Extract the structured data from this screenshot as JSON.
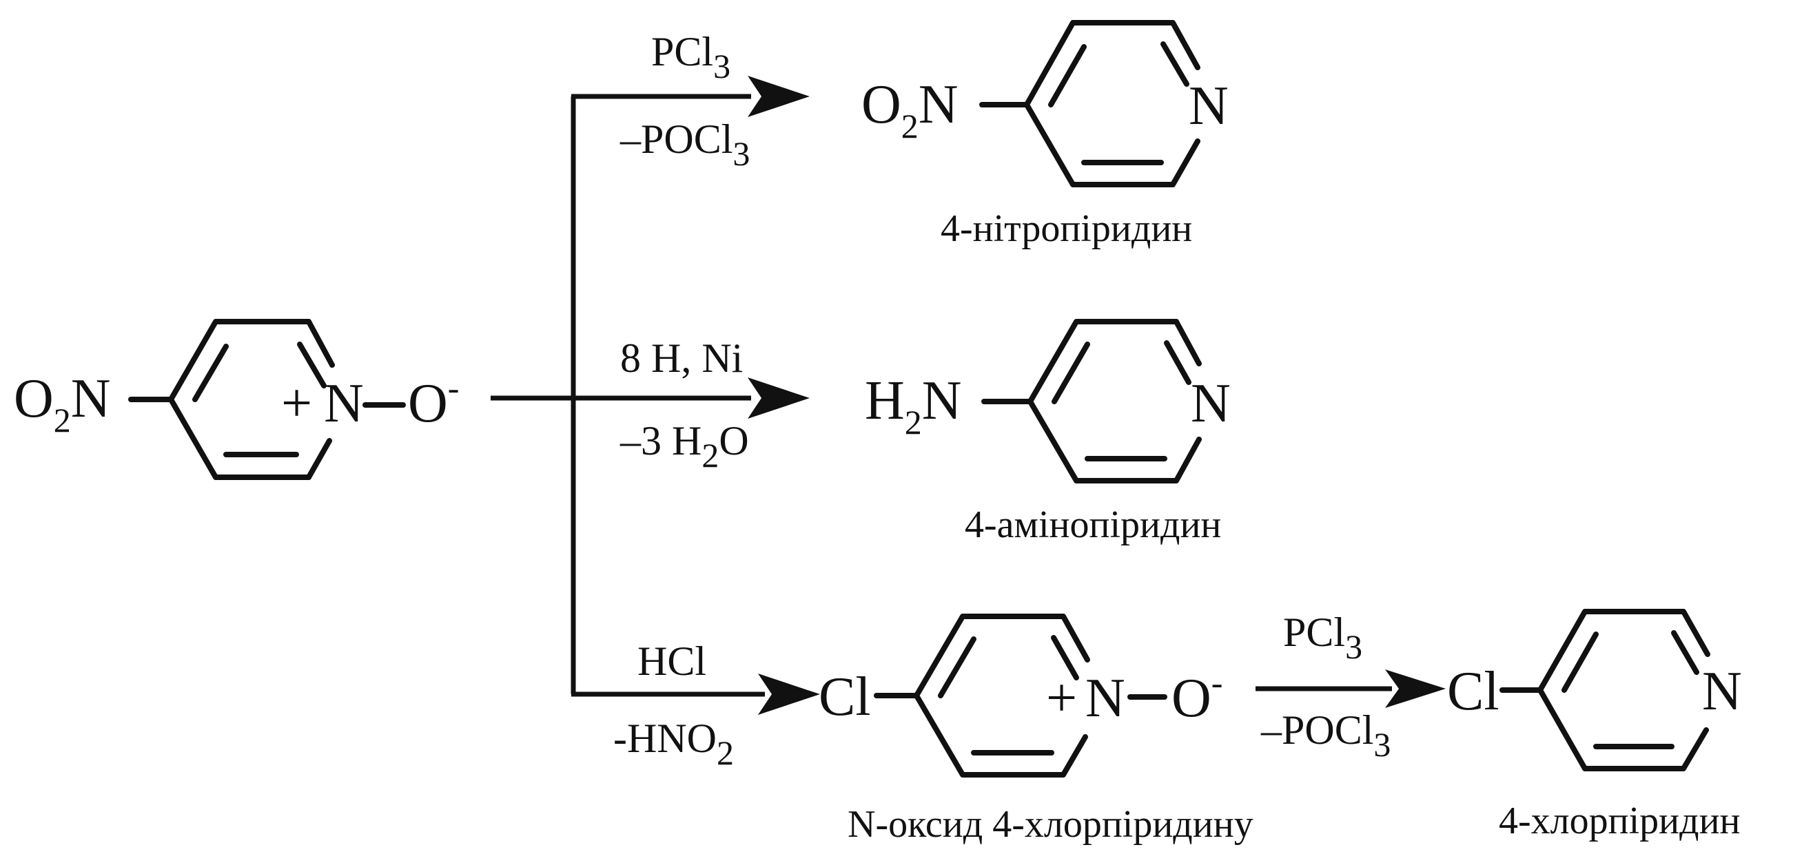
{
  "colors": {
    "ink": "#111111",
    "paper": "#ffffff"
  },
  "reactant": {
    "left_group_main": "O",
    "left_group_sub": "2",
    "left_group_tail": "N",
    "charge_plus": "+",
    "ring_atom": "N",
    "oxide_atom": "O",
    "oxide_charge": "-"
  },
  "branches": {
    "top": {
      "reagent_main": "PCl",
      "reagent_sub": "3",
      "byproduct_main": "–POCl",
      "byproduct_sub": "3",
      "product_group_main": "O",
      "product_group_sub": "2",
      "product_group_tail": "N",
      "ring_atom": "N",
      "product_name": "4-нітропіридин"
    },
    "middle": {
      "reagent": "8 H, Ni",
      "byproduct_main": "–3 H",
      "byproduct_sub": "2",
      "byproduct_tail": "O",
      "product_group_main": "H",
      "product_group_sub": "2",
      "product_group_tail": "N",
      "ring_atom": "N",
      "product_name": "4-амінопіридин"
    },
    "bottom": {
      "reagent": "HCl",
      "byproduct_main": "-HNO",
      "byproduct_sub": "2",
      "intermediate_group": "Cl",
      "intermediate_charge_plus": "+",
      "intermediate_ring_atom": "N",
      "intermediate_oxide": "O",
      "intermediate_oxide_charge": "-",
      "intermediate_name": "N-оксид 4-хлорпіридину",
      "step2_reagent_main": "PCl",
      "step2_reagent_sub": "3",
      "step2_byproduct_main": "–POCl",
      "step2_byproduct_sub": "3",
      "product_group": "Cl",
      "product_ring_atom": "N",
      "product_name": "4-хлорпіридин"
    }
  }
}
